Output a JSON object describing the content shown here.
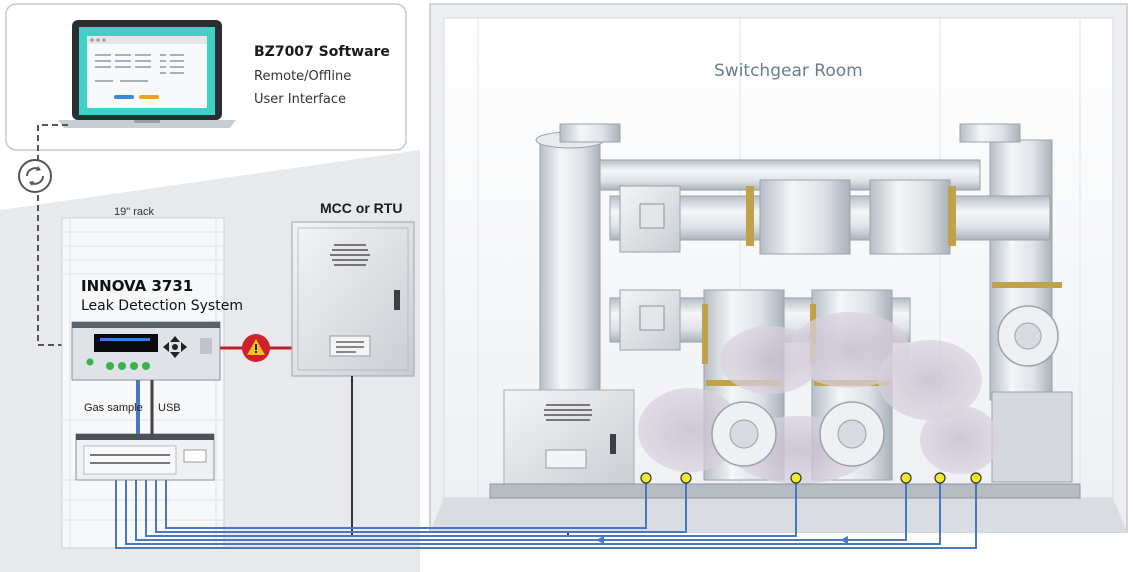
{
  "software": {
    "title": "BZ7007 Software",
    "line1": "Remote/Offline",
    "line2": "User Interface"
  },
  "rack": {
    "label": "19\" rack",
    "system_name": "INNOVA 3731",
    "system_desc": "Leak Detection System"
  },
  "mcc": {
    "label": "MCC or RTU"
  },
  "room": {
    "label": "Switchgear Room"
  },
  "connections": {
    "gas_sample": "Gas sample",
    "usb": "USB"
  },
  "colors": {
    "tube_blue": "#4a78c0",
    "alarm_red": "#d0202a",
    "sensor_yellow": "#f2ea2a",
    "laptop_screen": "#3fd0c8",
    "switchgear_metal": "#d8dde2"
  }
}
